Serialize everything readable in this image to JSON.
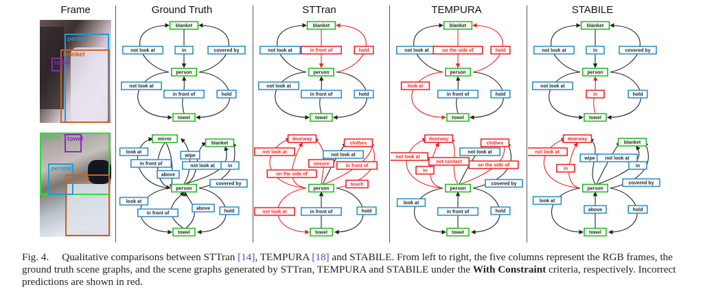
{
  "figure": {
    "columns": [
      "Frame",
      "Ground Truth",
      "STTran",
      "TEMPURA",
      "STABILE"
    ],
    "colors": {
      "object_border": "#22bb22",
      "relation_border": "#2a8fc8",
      "error": "#ee2222",
      "edge": "#222222"
    },
    "frames": [
      {
        "boxes": [
          {
            "label": "person",
            "color": "#1e9bd7"
          },
          {
            "label": "blanket",
            "color": "#c8641e"
          },
          {
            "label": "towel",
            "color": "#8a2ab8"
          }
        ]
      },
      {
        "boxes": [
          {
            "label": "mirror",
            "color": "#2adf3a"
          },
          {
            "label": "towel",
            "color": "#8a2ab8"
          },
          {
            "label": "person",
            "color": "#1e9bd7"
          },
          {
            "label": "blanket",
            "color": "#c8641e"
          }
        ]
      }
    ],
    "graphs_row1": {
      "objects": [
        "blanket",
        "person",
        "towel"
      ],
      "ground_truth": {
        "top": [
          "not look at",
          "in",
          "covered by"
        ],
        "bottom": [
          "not look at",
          "in front of",
          "hold"
        ],
        "wrong": []
      },
      "sttran": {
        "top": [
          "not look at",
          "in front of",
          "hold"
        ],
        "bottom": [
          "not look at",
          "in front of",
          "hold"
        ],
        "wrong": [
          "t1",
          "t2"
        ]
      },
      "tempura": {
        "top": [
          "not look at",
          "on the side of",
          "hold"
        ],
        "bottom": [
          "look at",
          "in front of",
          "hold"
        ],
        "wrong": [
          "t1",
          "t2",
          "b0"
        ]
      },
      "stabile": {
        "top": [
          "not look at",
          "in",
          "covered by"
        ],
        "bottom": [
          "not look at",
          "in",
          "hold"
        ],
        "wrong": [
          "b1"
        ]
      }
    },
    "graphs_row2": {
      "ground_truth": {
        "nodes": [
          "mirror",
          "blanket",
          "person",
          "towel"
        ],
        "relations": [
          "look at",
          "in front of",
          "above",
          "wipe",
          "not look at",
          "in",
          "covered by",
          "look at",
          "in front of",
          "above",
          "hold"
        ]
      },
      "sttran": {
        "nodes": [
          "doorway",
          "clothes",
          "person",
          "towel"
        ],
        "relations": [
          "not look at",
          "on the side of",
          "unsure",
          "not look at",
          "in front of",
          "touch",
          "not look at",
          "in front of",
          "hold"
        ],
        "wrong_nodes": [
          "doorway",
          "clothes"
        ]
      },
      "tempura": {
        "nodes": [
          "doorway",
          "clothes",
          "person",
          "towel"
        ],
        "relations": [
          "not look at",
          "in",
          "not contact",
          "not look at",
          "on the side of",
          "covered by",
          "look at",
          "in front of",
          "hold"
        ],
        "wrong_nodes": [
          "doorway",
          "clothes"
        ]
      },
      "stabile": {
        "nodes": [
          "doorway",
          "blanket",
          "person",
          "towel"
        ],
        "relations": [
          "not look at",
          "in",
          "wipe",
          "not look at",
          "in",
          "covered by",
          "look at",
          "above",
          "hold"
        ],
        "wrong_nodes": [
          "doorway"
        ]
      }
    }
  },
  "caption": {
    "label": "Fig. 4.",
    "part1": "Qualitative comparisons between STTran ",
    "ref1": "[14]",
    "part2": ", TEMPURA ",
    "ref2": "[18]",
    "part3": " and STABILE. From left to right, the five columns represent the RGB frames, the ground truth scene graphs, and the scene graphs generated by STTran, TEMPURA and STABILE under the ",
    "bold": "With Constraint",
    "part4": " criteria, respectively. Incorrect predictions are shown in red."
  }
}
